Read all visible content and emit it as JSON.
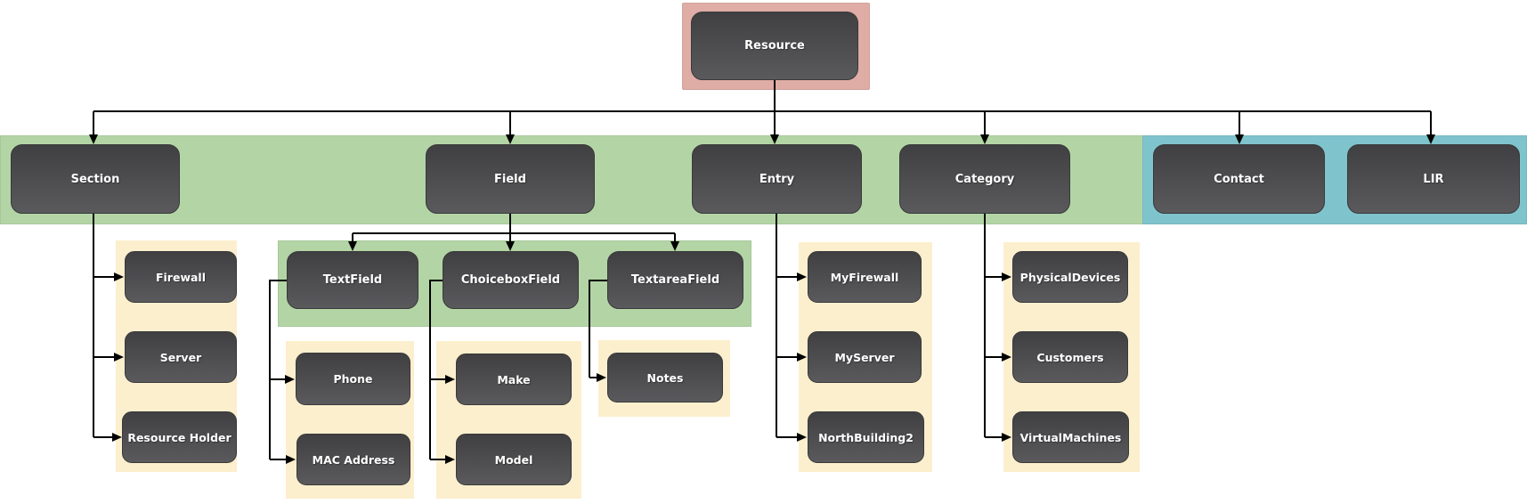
{
  "diagram": {
    "root": {
      "label": "Resource"
    },
    "level1": [
      {
        "id": "section",
        "label": "Section"
      },
      {
        "id": "field",
        "label": "Field"
      },
      {
        "id": "entry",
        "label": "Entry"
      },
      {
        "id": "category",
        "label": "Category"
      },
      {
        "id": "contact",
        "label": "Contact"
      },
      {
        "id": "lir",
        "label": "LIR"
      }
    ],
    "section_children": [
      {
        "label": "Firewall"
      },
      {
        "label": "Server"
      },
      {
        "label": "Resource Holder"
      }
    ],
    "field_children": [
      {
        "label": "TextField"
      },
      {
        "label": "ChoiceboxField"
      },
      {
        "label": "TextareaField"
      }
    ],
    "textfield_children": [
      {
        "label": "Phone"
      },
      {
        "label": "MAC Address"
      }
    ],
    "choiceboxfield_children": [
      {
        "label": "Make"
      },
      {
        "label": "Model"
      }
    ],
    "textareafield_children": [
      {
        "label": "Notes"
      }
    ],
    "entry_children": [
      {
        "label": "MyFirewall"
      },
      {
        "label": "MyServer"
      },
      {
        "label": "NorthBuilding2"
      }
    ],
    "category_children": [
      {
        "label": "PhysicalDevices"
      },
      {
        "label": "Customers"
      },
      {
        "label": "VirtualMachines"
      }
    ]
  },
  "colors": {
    "root_highlight": "#dfaca6",
    "group_green": "#b3d5a5",
    "group_blue": "#7fc4cd",
    "group_yellow": "#fcefcd",
    "node_dark_top": "#404042",
    "node_dark_bottom": "#5a5a5d",
    "node_text": "#ffffff",
    "connector": "#000000"
  }
}
